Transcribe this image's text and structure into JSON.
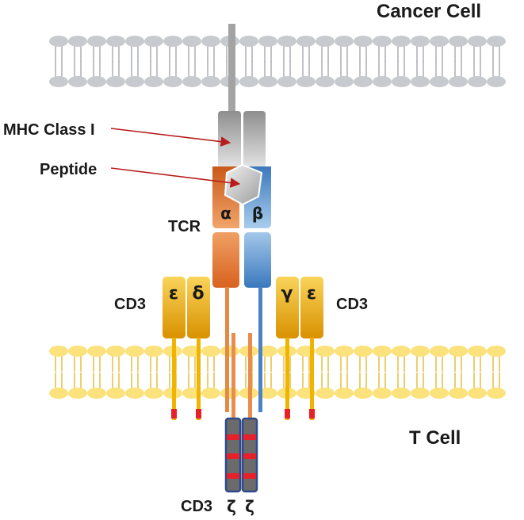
{
  "labels": {
    "cancer_cell": "Cancer Cell",
    "t_cell": "T Cell",
    "mhc": "MHC Class I",
    "peptide": "Peptide",
    "tcr": "TCR",
    "cd3_left": "CD3",
    "cd3_right": "CD3",
    "cd3_bottom": "CD3",
    "zeta_1": "ζ",
    "zeta_2": "ζ"
  },
  "chains": {
    "alpha": "α",
    "beta": "β",
    "epsilon_left": "ε",
    "delta": "δ",
    "gamma": "γ",
    "epsilon_right": "ε"
  },
  "colors": {
    "cancer_membrane": "#c7cace",
    "t_membrane": "#fbe27c",
    "mhc_gray": "#9a9a9a",
    "alpha_orange": "#e0782f",
    "beta_blue": "#5b9bd5",
    "cd3_gold": "#f0b400",
    "zeta_blue": "#2e4a8c",
    "itam_red": "#e8202a",
    "arrow_red": "#b81c1c"
  }
}
